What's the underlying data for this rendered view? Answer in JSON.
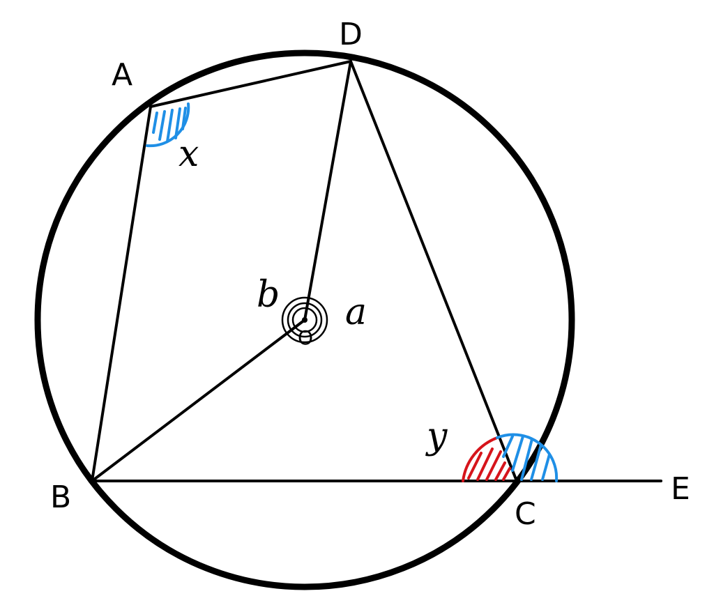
{
  "points": {
    "A": "A",
    "B": "B",
    "C": "C",
    "D": "D",
    "E": "E",
    "O": "O"
  },
  "angles": {
    "x": "x",
    "y": "y",
    "a": "a",
    "b": "b"
  },
  "colors": {
    "stroke": "#000000",
    "hatch_blue": "#1f8fe6",
    "hatch_red": "#d6141b",
    "background": "#ffffff"
  }
}
